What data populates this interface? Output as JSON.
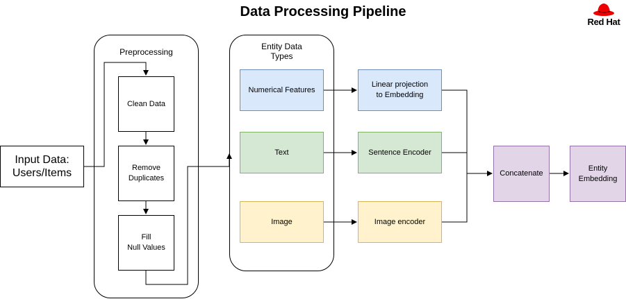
{
  "title": "Data Processing Pipeline",
  "logo": {
    "text": "Red Hat",
    "color": "#ee0000"
  },
  "input": {
    "label": "Input Data:\nUsers/Items"
  },
  "preprocessing": {
    "label": "Preprocessing",
    "steps": [
      "Clean Data",
      "Remove\nDuplicates",
      "Fill\nNull Values"
    ]
  },
  "entity_types": {
    "label": "Entity Data\nTypes",
    "items": [
      "Numerical Features",
      "Text",
      "Image"
    ]
  },
  "encoders": [
    "Linear projection\nto Embedding",
    "Sentence Encoder",
    "Image encoder"
  ],
  "concatenate": "Concatenate",
  "output": "Entity\nEmbedding",
  "colors": {
    "numerical_fill": "#dae8fc",
    "numerical_stroke": "#6c8ebf",
    "text_fill": "#d5e8d4",
    "text_stroke": "#82b366",
    "image_fill": "#fff2cc",
    "image_stroke": "#d6b656",
    "concat_fill": "#e1d5e7",
    "concat_stroke": "#9673a6"
  }
}
